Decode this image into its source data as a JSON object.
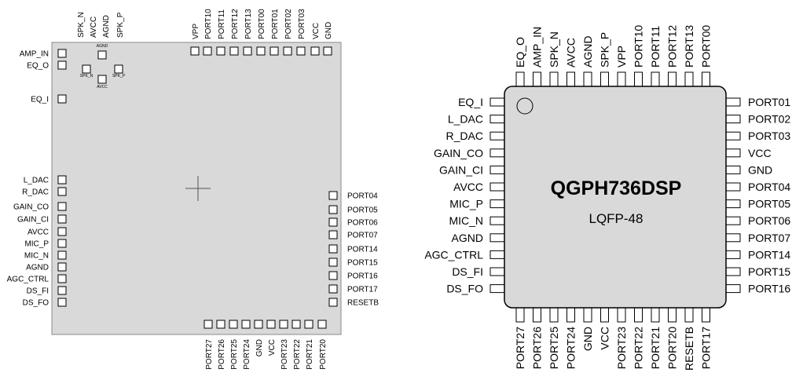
{
  "die": {
    "top_labels": [
      "SPK_N",
      "AVCC",
      "AGND",
      "SPK_P",
      "VPP",
      "PORT10",
      "PORT11",
      "PORT12",
      "PORT13",
      "PORT00",
      "PORT01",
      "PORT02",
      "PORT03",
      "VCC",
      "GND"
    ],
    "left_labels": [
      "AMP_IN",
      "EQ_O",
      "EQ_I",
      "L_DAC",
      "R_DAC",
      "GAIN_CO",
      "GAIN_CI",
      "AVCC",
      "MIC_P",
      "MIC_N",
      "AGND",
      "AGC_CTRL",
      "DS_FI",
      "DS_FO"
    ],
    "right_labels": [
      "PORT04",
      "PORT05",
      "PORT06",
      "PORT07",
      "PORT14",
      "PORT15",
      "PORT16",
      "PORT17",
      "RESETB"
    ],
    "bottom_labels": [
      "PORT27",
      "PORT26",
      "PORT25",
      "PORT24",
      "GND",
      "VCC",
      "PORT23",
      "PORT22",
      "PORT21",
      "PORT20"
    ],
    "inner_pads": [
      {
        "label": "AGND"
      },
      {
        "label": "SPK_N"
      },
      {
        "label": "SPK_P"
      },
      {
        "label": "AVCC"
      }
    ]
  },
  "package": {
    "name": "QGPH736DSP",
    "type": "LQFP-48",
    "top_pins": [
      "EQ_O",
      "AMP_IN",
      "SPK_N",
      "AVCC",
      "AGND",
      "SPK_P",
      "VPP",
      "PORT10",
      "PORT11",
      "PORT12",
      "PORT13",
      "PORT00"
    ],
    "left_pins": [
      "EQ_I",
      "L_DAC",
      "R_DAC",
      "GAIN_CO",
      "GAIN_CI",
      "AVCC",
      "MIC_P",
      "MIC_N",
      "AGND",
      "AGC_CTRL",
      "DS_FI",
      "DS_FO"
    ],
    "right_pins": [
      "PORT01",
      "PORT02",
      "PORT03",
      "VCC",
      "GND",
      "PORT04",
      "PORT05",
      "PORT06",
      "PORT07",
      "PORT14",
      "PORT15",
      "PORT16"
    ],
    "bottom_pins": [
      "PORT27",
      "PORT26",
      "PORT25",
      "PORT24",
      "GND",
      "VCC",
      "PORT23",
      "PORT22",
      "PORT21",
      "PORT20",
      "RESETB",
      "PORT17"
    ]
  }
}
